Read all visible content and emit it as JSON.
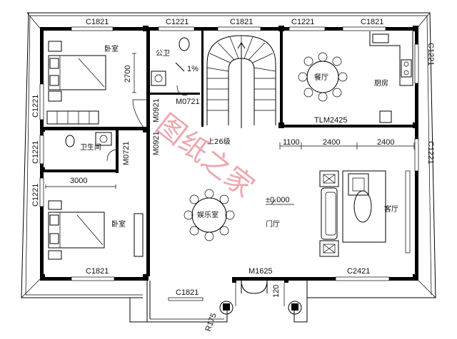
{
  "rooms": {
    "bedroom_top": "卧室",
    "public_wc": "公卫",
    "dining": "餐厅",
    "kitchen": "厨房",
    "bathroom": "卫生间",
    "entertainment": "娱乐室",
    "bedroom_bottom": "卧室",
    "foyer": "门厅",
    "living": "客厅"
  },
  "windows": {
    "top_1": "C1821",
    "top_2": "C1221",
    "top_3": "C1821",
    "top_4": "C1221",
    "top_5": "C1821",
    "left_1": "C1221",
    "left_2": "C1221",
    "left_3": "C1221",
    "right_1": "C1221",
    "right_2": "C1221",
    "bottom_1": "C1821",
    "bottom_2": "C1821",
    "bottom_3": "C2421"
  },
  "doors": {
    "m0721_top": "M0721",
    "m0921_a": "M0921",
    "m0921_b": "M0921",
    "m0721_left": "M0721",
    "m1625": "M1625",
    "tlm2425": "TLM2425"
  },
  "dimensions": {
    "d2700": "2700",
    "d3000": "3000",
    "d1100": "1100",
    "d2400a": "2400",
    "d2400b": "2400",
    "r175": "R175",
    "step120": "120"
  },
  "annotations": {
    "slope": "1%",
    "stairs": "上26级",
    "elevation": "±0.000"
  },
  "watermark": "图纸之家"
}
